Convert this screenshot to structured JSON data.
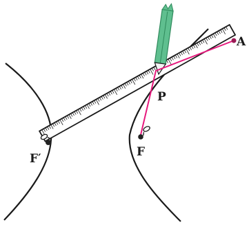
{
  "labels": {
    "point_a": "A",
    "point_p": "P",
    "point_f": "F",
    "point_f_prime": "F′"
  },
  "colors": {
    "curve": "#1a1a1a",
    "string": "#e6197d",
    "ruler_fill": "#ffffff",
    "pencil_green": "#5fbf8f",
    "pencil_dark": "#2f8a5c",
    "point": "#222222"
  },
  "icons": {
    "pin_f": "pushpin-icon",
    "pin_f_prime": "pushpin-icon"
  }
}
